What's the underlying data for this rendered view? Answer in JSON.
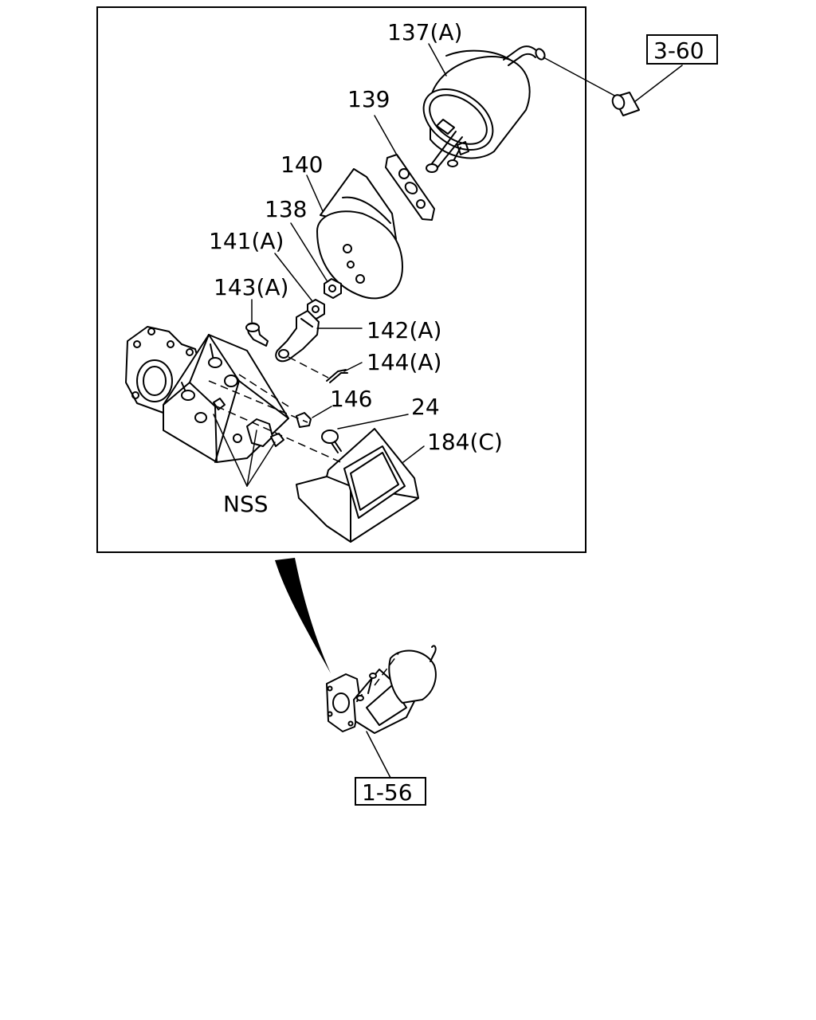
{
  "labels": {
    "p137": "137(A)",
    "p139": "139",
    "p140": "140",
    "p138": "138",
    "p141": "141(A)",
    "p143": "143(A)",
    "p142": "142(A)",
    "p144": "144(A)",
    "p146": "146",
    "p24": "24",
    "p184": "184(C)",
    "nss": "NSS"
  },
  "references": {
    "top_right": "3-60",
    "bottom": "1-56"
  }
}
